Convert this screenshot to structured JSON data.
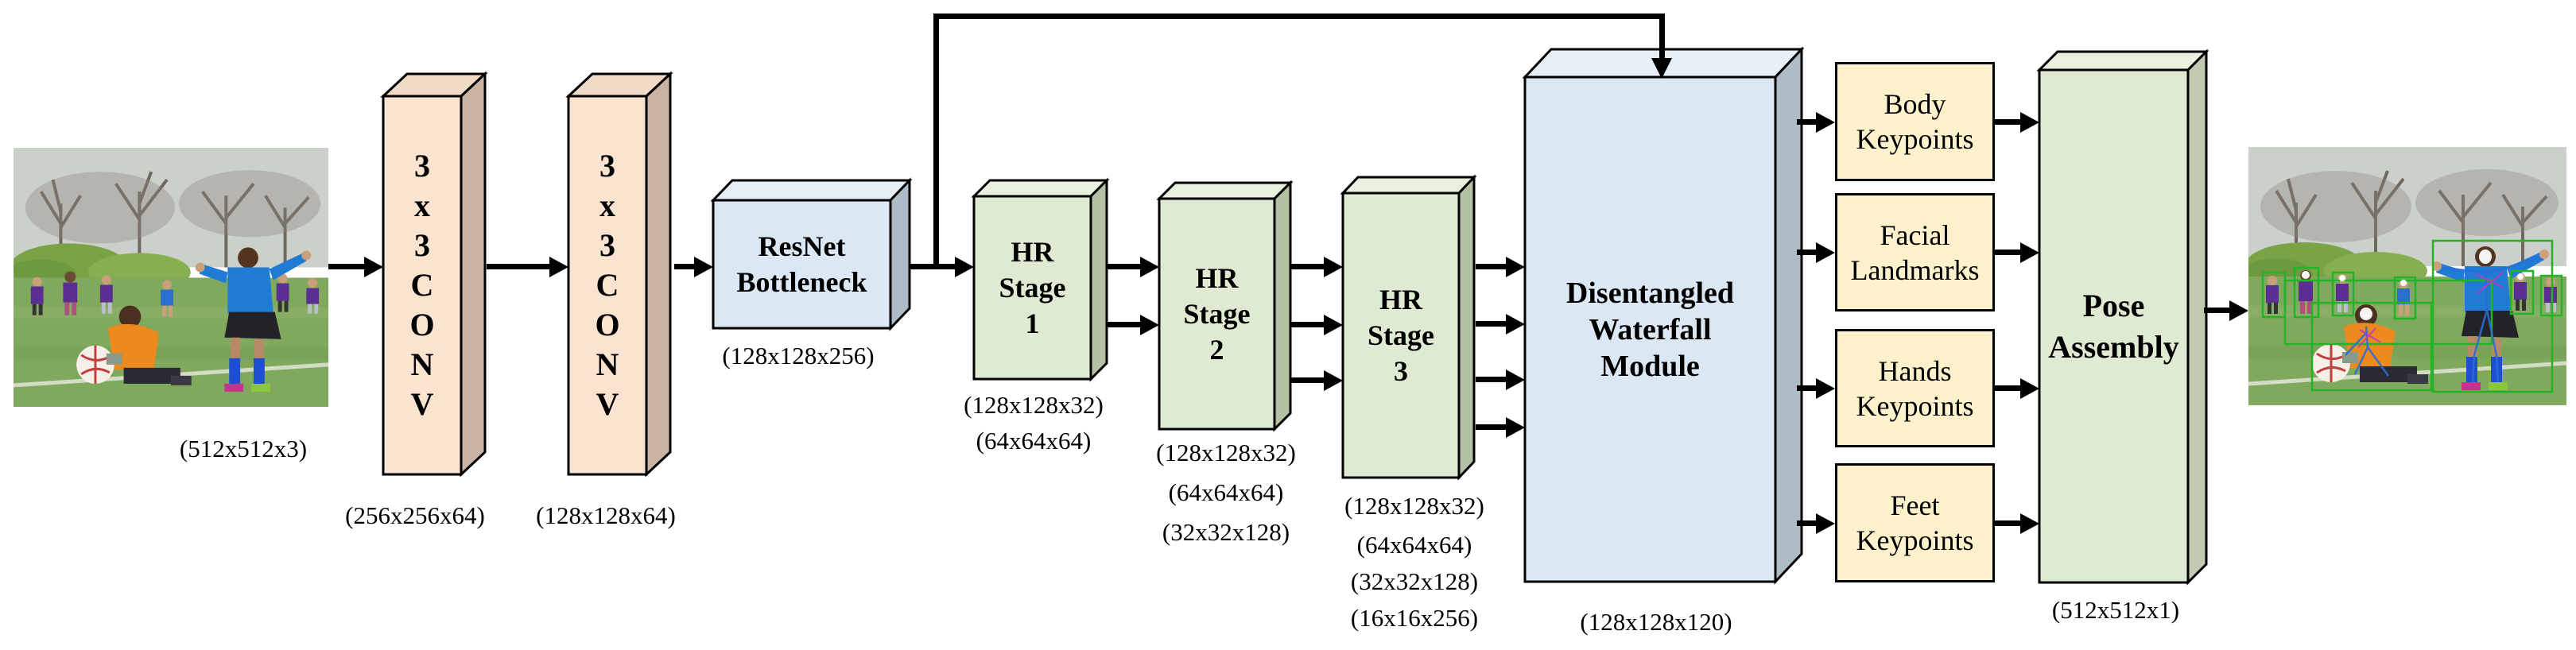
{
  "palette": {
    "conv_front": "#FAE4D0",
    "conv_top": "#F2DBC6",
    "conv_side": "#CBB3A4",
    "blue_front": "#DBE7F3",
    "blue_top": "#E6EEF8",
    "blue_side": "#AFBBC7",
    "green_front": "#DEEBD2",
    "green_top": "#E9F1DE",
    "green_side": "#B4C2A3",
    "pose_side": "#C1CBB2",
    "head_fill": "#FCF1CB",
    "line_color": "#000000"
  },
  "input_image": {
    "label": "(512x512x3)"
  },
  "blocks": {
    "conv1": {
      "chars": [
        "3",
        "x",
        "3",
        "C",
        "O",
        "N",
        "V"
      ],
      "label": "(256x256x64)"
    },
    "conv2": {
      "chars": [
        "3",
        "x",
        "3",
        "C",
        "O",
        "N",
        "V"
      ],
      "label": "(128x128x64)"
    },
    "resnet": {
      "lines": [
        "ResNet",
        "Bottleneck"
      ],
      "label": "(128x128x256)"
    },
    "hr_stage_1": {
      "lines": [
        "HR",
        "Stage",
        "1"
      ],
      "labels": [
        "(128x128x32)",
        "(64x64x64)"
      ]
    },
    "hr_stage_2": {
      "lines": [
        "HR",
        "Stage",
        "2"
      ],
      "labels": [
        "(128x128x32)",
        "(64x64x64)",
        "(32x32x128)"
      ]
    },
    "hr_stage_3": {
      "lines": [
        "HR",
        "Stage",
        "3"
      ],
      "labels": [
        "(128x128x32)",
        "(64x64x64)",
        "(32x32x128)",
        "(16x16x256)"
      ]
    },
    "waterfall": {
      "lines": [
        "Disentangled",
        "Waterfall",
        "Module"
      ],
      "label": "(128x128x120)"
    },
    "pose_assembly": {
      "lines": [
        "Pose",
        "Assembly"
      ],
      "label": "(512x512x1)"
    },
    "heads": [
      {
        "lines": [
          "Body",
          "Keypoints"
        ]
      },
      {
        "lines": [
          "Facial",
          "Landmarks"
        ]
      },
      {
        "lines": [
          "Hands",
          "Keypoints"
        ]
      },
      {
        "lines": [
          "Feet",
          "Keypoints"
        ]
      }
    ]
  }
}
